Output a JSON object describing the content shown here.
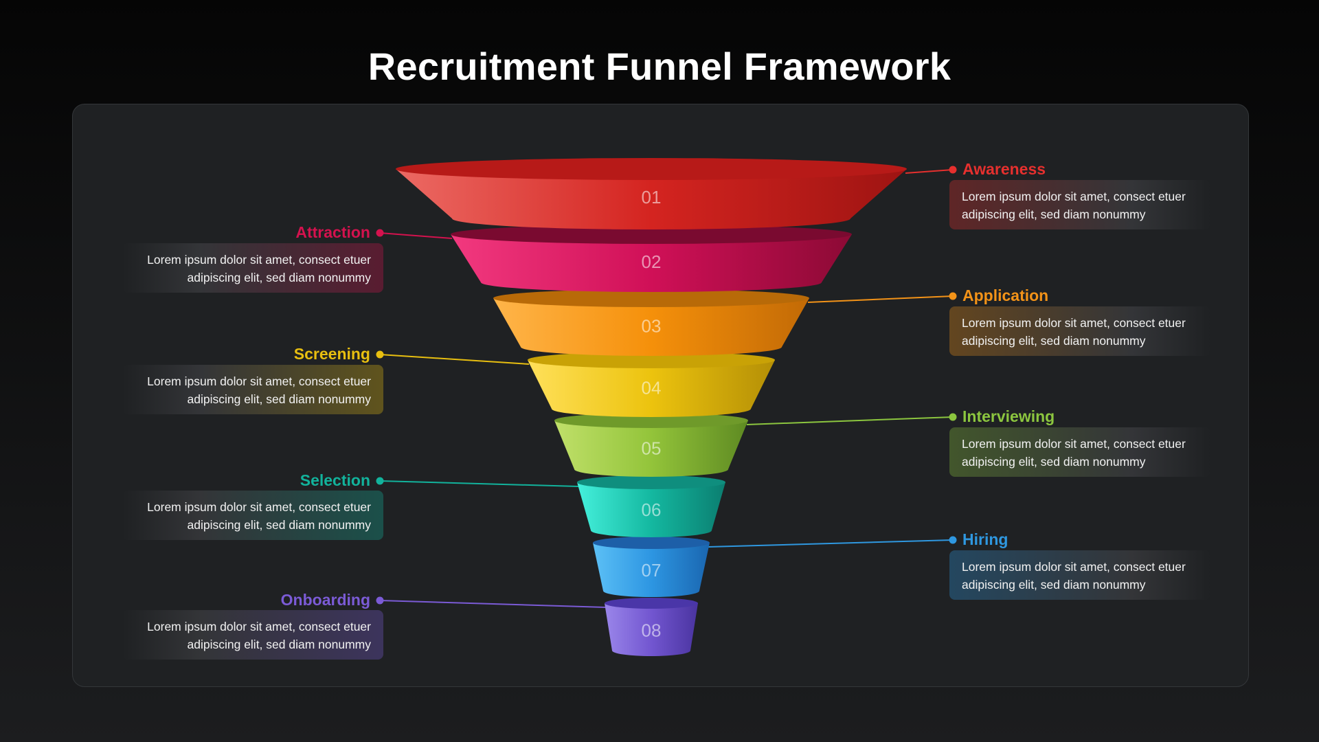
{
  "title": "Recruitment Funnel Framework",
  "stages": [
    {
      "num": "01",
      "label": "Awareness",
      "side": "right",
      "color": "#e6302e",
      "desc": "Lorem ipsum dolor sit amet, consect etuer adipiscing elit, sed diam nonummy"
    },
    {
      "num": "02",
      "label": "Attraction",
      "side": "left",
      "color": "#d4124e",
      "desc": "Lorem ipsum dolor sit amet, consect etuer adipiscing elit, sed diam nonummy"
    },
    {
      "num": "03",
      "label": "Application",
      "side": "right",
      "color": "#f39318",
      "desc": "Lorem ipsum dolor sit amet, consect etuer adipiscing elit, sed diam nonummy"
    },
    {
      "num": "04",
      "label": "Screening",
      "side": "left",
      "color": "#e8bf10",
      "desc": "Lorem ipsum dolor sit amet, consect etuer adipiscing elit, sed diam nonummy"
    },
    {
      "num": "05",
      "label": "Interviewing",
      "side": "right",
      "color": "#8cc63f",
      "desc": "Lorem ipsum dolor sit amet, consect etuer adipiscing elit, sed diam nonummy"
    },
    {
      "num": "06",
      "label": "Selection",
      "side": "left",
      "color": "#12b39c",
      "desc": "Lorem ipsum dolor sit amet, consect etuer adipiscing elit, sed diam nonummy"
    },
    {
      "num": "07",
      "label": "Hiring",
      "side": "right",
      "color": "#2f98e0",
      "desc": "Lorem ipsum dolor sit amet, consect etuer adipiscing elit, sed diam nonummy"
    },
    {
      "num": "08",
      "label": "Onboarding",
      "side": "left",
      "color": "#7b5bd6",
      "desc": "Lorem ipsum dolor sit amet, consect etuer adipiscing elit, sed diam nonummy"
    }
  ],
  "segment_colors": [
    {
      "light": "#ec6a64",
      "mid": "#d42420",
      "dark": "#9e1412",
      "top": "#b71a18"
    },
    {
      "light": "#f2397f",
      "mid": "#d01057",
      "dark": "#8c0a35",
      "top": "#7a0a30"
    },
    {
      "light": "#ffb54a",
      "mid": "#f5900a",
      "dark": "#c26a06",
      "top": "#b86a08"
    },
    {
      "light": "#ffe05a",
      "mid": "#ecc30e",
      "dark": "#b48f06",
      "top": "#c9a206"
    },
    {
      "light": "#c0e06a",
      "mid": "#93c43a",
      "dark": "#5e8a22",
      "top": "#6f9a2a"
    },
    {
      "light": "#45f0dc",
      "mid": "#14b8a0",
      "dark": "#0b7e70",
      "top": "#0f8e7e"
    },
    {
      "light": "#5cc0f6",
      "mid": "#2d96e2",
      "dark": "#1a66b0",
      "top": "#1d5fa8"
    },
    {
      "light": "#9a86ea",
      "mid": "#7256d0",
      "dark": "#4a34a0",
      "top": "#4a36a8"
    }
  ]
}
